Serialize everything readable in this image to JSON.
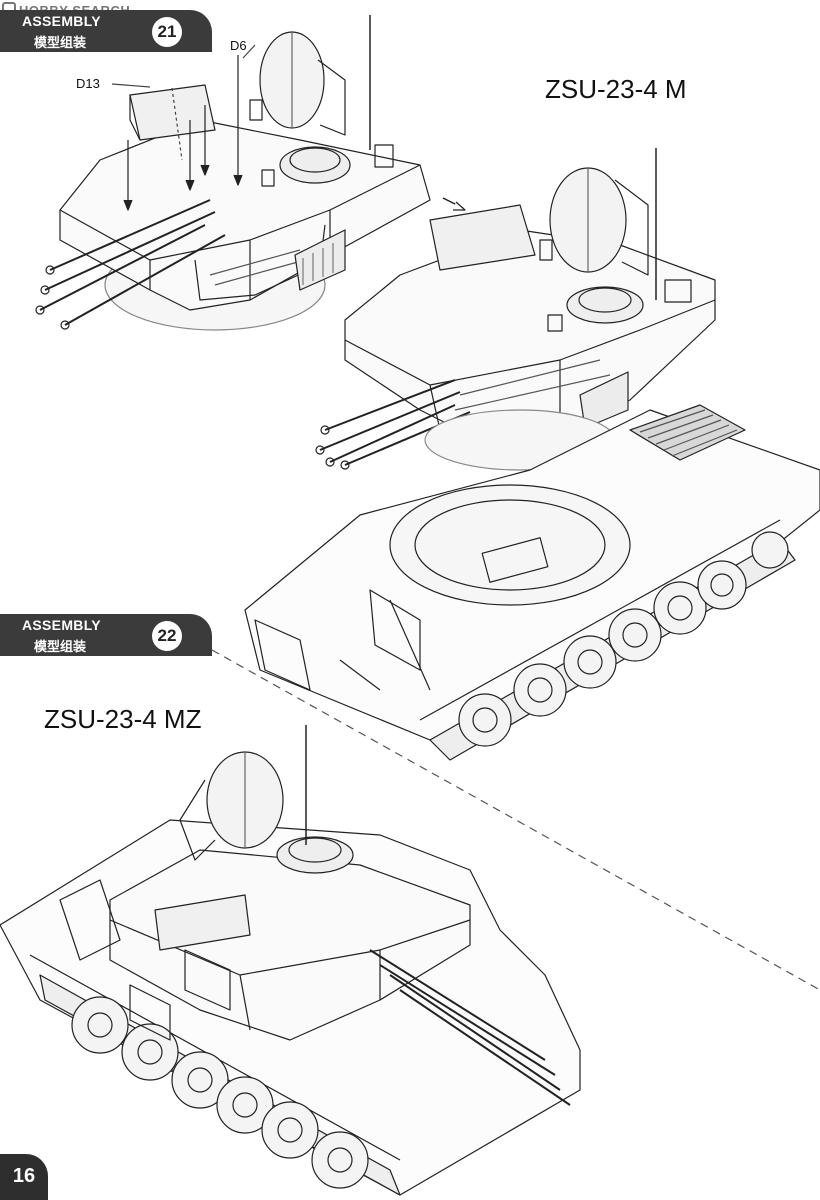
{
  "watermark": "HOBBY SEARCH",
  "steps": [
    {
      "label_en": "ASSEMBLY",
      "label_cn": "模型组装",
      "number": "21"
    },
    {
      "label_en": "ASSEMBLY",
      "label_cn": "模型组装",
      "number": "22"
    }
  ],
  "parts": {
    "d6": "D6",
    "d13": "D13"
  },
  "models": {
    "m": "ZSU-23-4 M",
    "mz": "ZSU-23-4 MZ"
  },
  "page_number": "16"
}
